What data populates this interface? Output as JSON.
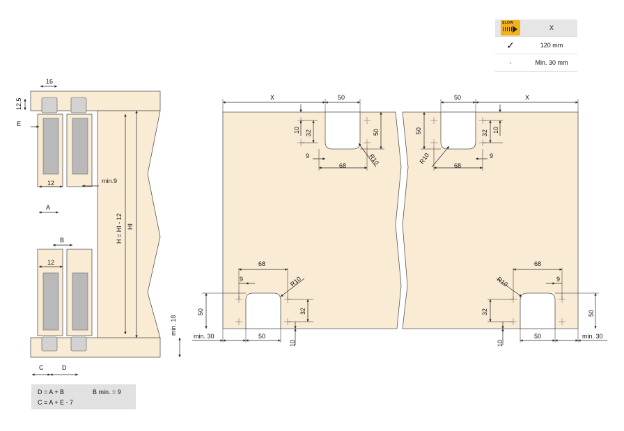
{
  "legend": {
    "header_value": "X",
    "rows": [
      {
        "symbol": "✓",
        "value": "120 mm"
      },
      {
        "symbol": "-",
        "value": "Min. 30 mm"
      }
    ],
    "icon_text": "SLOW",
    "icon_color": "#f2b21a"
  },
  "formulas": {
    "line1": "D = A + B",
    "line1_right": "B min. = 9",
    "line2": "C = A + E - 7"
  },
  "section": {
    "dim_16": "16",
    "dim_12_5": "12,5",
    "dim_e": "E",
    "dim_12_top": "12",
    "dim_min9": "min.9",
    "dim_a": "A",
    "dim_b": "B",
    "dim_12_bottom": "12",
    "dim_h": "H = HI - 12",
    "dim_hi": "HI",
    "dim_min18": "min. 18",
    "dim_c": "C",
    "dim_d": "D"
  },
  "left_panel": {
    "x": "X",
    "w50_top": "50",
    "d10": "10",
    "d32": "32",
    "h50": "50",
    "d9": "9",
    "r10": "R10",
    "d68": "68",
    "b68": "68",
    "b9": "9",
    "br10": "R10",
    "bh50": "50",
    "b32": "32",
    "min30": "min. 30",
    "b50": "50",
    "b10": "10"
  },
  "right_panel": {
    "w50_top": "50",
    "x": "X",
    "h50": "50",
    "d32": "32",
    "d10": "10",
    "r10": "R10",
    "d9": "9",
    "d68": "68",
    "b68": "68",
    "br10": "R10",
    "b9": "9",
    "b32": "32",
    "bh50": "50",
    "b10": "10",
    "b50": "50",
    "min30": "min. 30"
  },
  "colors": {
    "panel": "#faebd4",
    "legend_header": "#e6e6e6",
    "formula_box": "#e1e1e1"
  }
}
